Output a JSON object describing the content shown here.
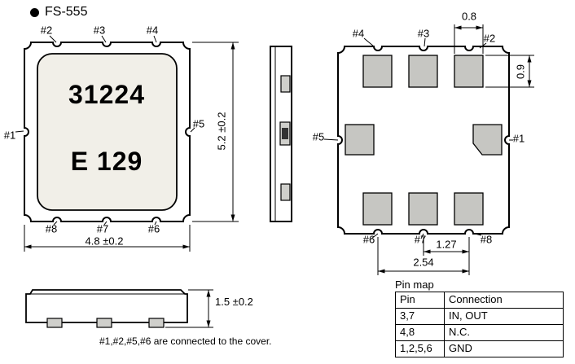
{
  "title": "FS-555",
  "front_view": {
    "marking": [
      "31224",
      "E 129"
    ],
    "pins": {
      "top": [
        "#2",
        "#3",
        "#4"
      ],
      "left": "#1",
      "right": "#5",
      "bottom": [
        "#8",
        "#7",
        "#6"
      ]
    },
    "dim_width": "4.8 ±0.2",
    "dim_height": "5.2 ±0.2"
  },
  "bottom_view": {
    "pins": {
      "top": [
        "#4",
        "#3",
        "#2"
      ],
      "left": "#5",
      "right": "#1",
      "bottom": [
        "#6",
        "#7",
        "#8"
      ]
    },
    "dims": {
      "pad_width": "0.8",
      "pad_height": "0.9",
      "pad_pitch": "1.27",
      "pad_span": "2.54"
    }
  },
  "profile_view": {
    "dim_height": "1.5 ±0.2"
  },
  "note": "#1,#2,#5,#6 are connected to the cover.",
  "pin_map": {
    "title": "Pin map",
    "headers": [
      "Pin",
      "Connection"
    ],
    "rows": [
      {
        "pin": "3,7",
        "connection": "IN, OUT"
      },
      {
        "pin": "4,8",
        "connection": "N.C."
      },
      {
        "pin": "1,2,5,6",
        "connection": "GND"
      }
    ]
  }
}
